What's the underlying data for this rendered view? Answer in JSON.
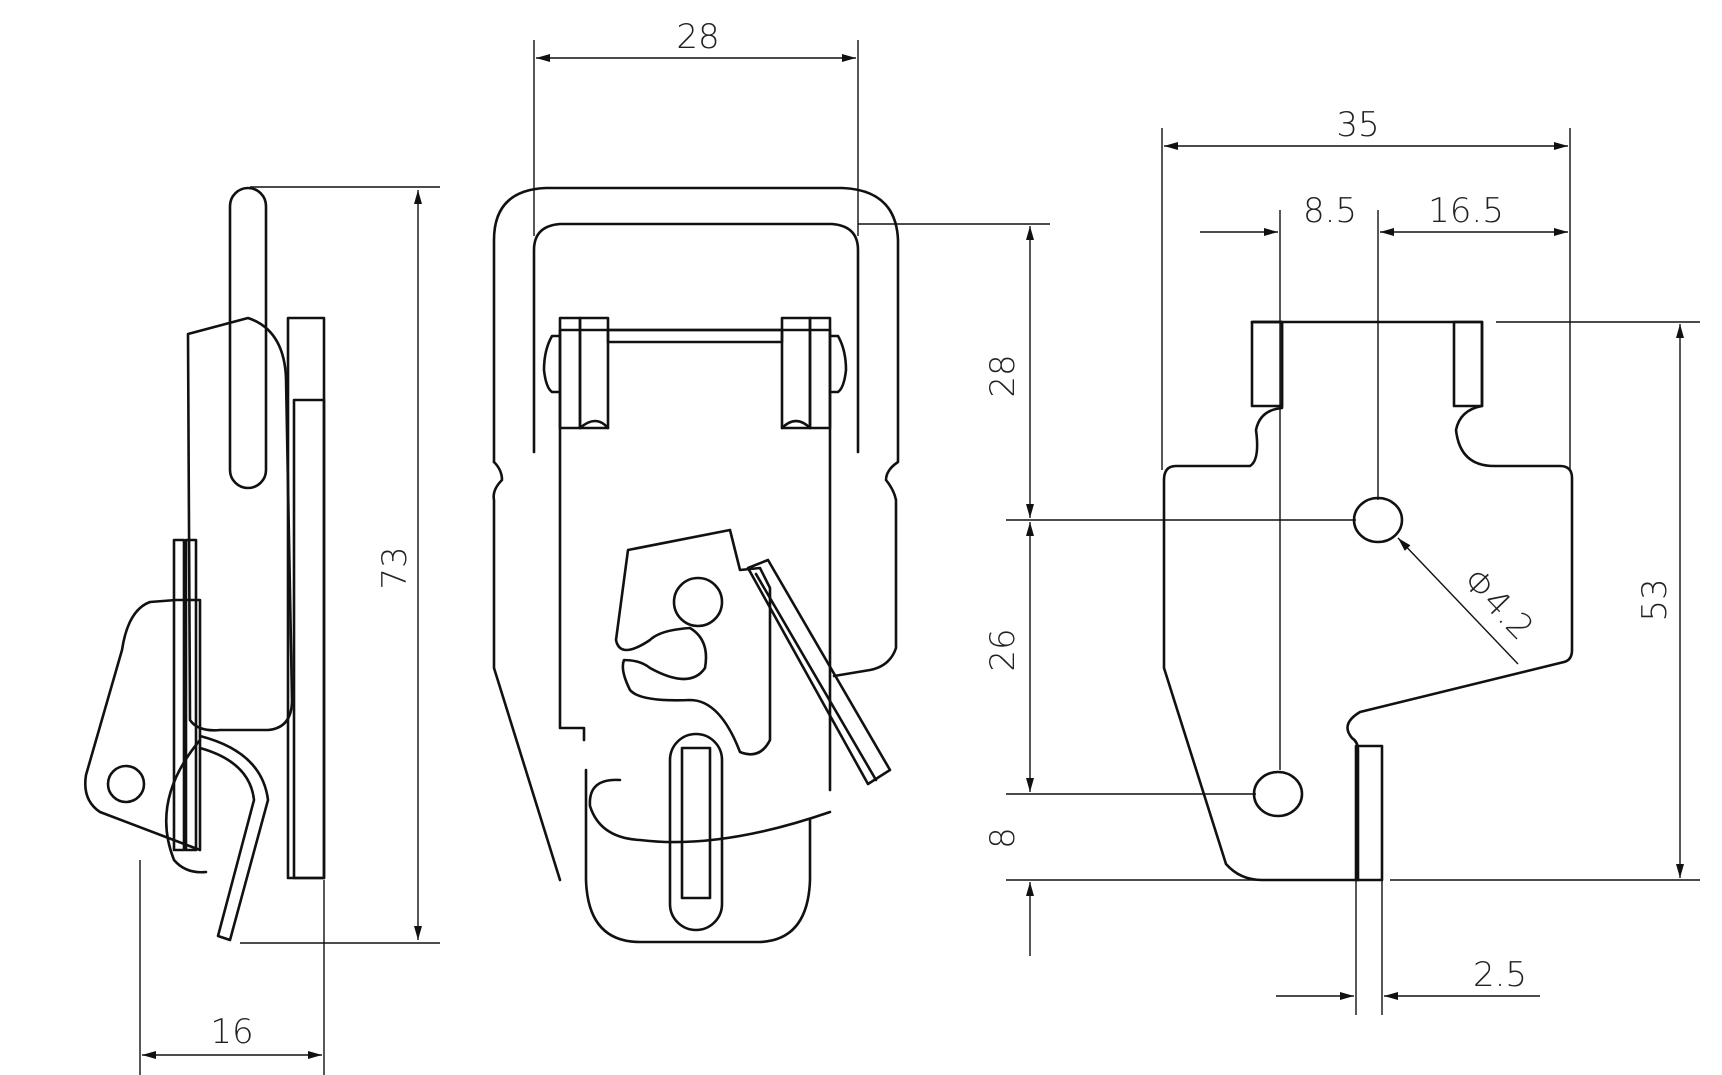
{
  "drawing": {
    "stroke_color": "#111111",
    "background": "#ffffff",
    "views": {
      "side": {
        "dims": {
          "height": "73",
          "depth": "16"
        }
      },
      "front": {
        "dims": {
          "width": "28"
        }
      },
      "base": {
        "dims": {
          "width": "35",
          "hole_offset_left": "8.5",
          "hole_offset_right": "16.5",
          "upper_height": "28",
          "hole_spacing": "26",
          "bottom_offset": "8",
          "height": "53",
          "plate_thickness": "2.5",
          "hole_diameter": "Φ4.2"
        }
      }
    }
  }
}
